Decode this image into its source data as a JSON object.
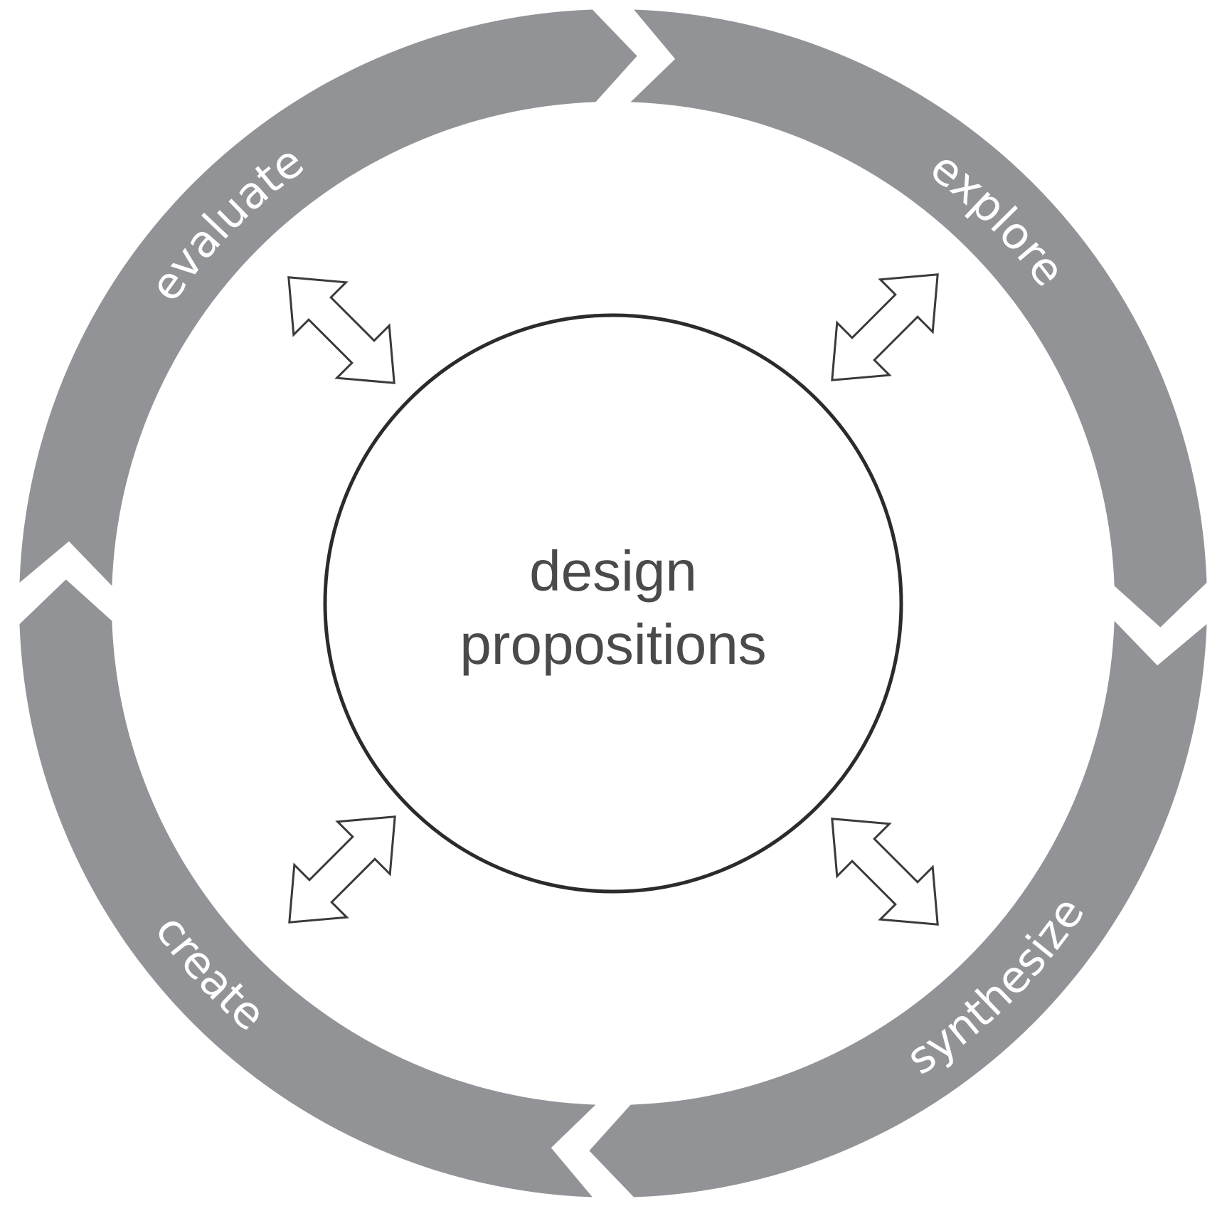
{
  "diagram": {
    "center_label": [
      "design",
      "propositions"
    ],
    "stages": [
      {
        "id": "explore",
        "label": "explore"
      },
      {
        "id": "synthesize",
        "label": "synthesize"
      },
      {
        "id": "create",
        "label": "create"
      },
      {
        "id": "evaluate",
        "label": "evaluate"
      }
    ]
  },
  "colors": {
    "ring": "#929396",
    "ring_text": "#ffffff",
    "hub_stroke": "#2b2b2b",
    "hub_text": "#4a4a4a",
    "arrow_stroke": "#3a3a3a"
  }
}
